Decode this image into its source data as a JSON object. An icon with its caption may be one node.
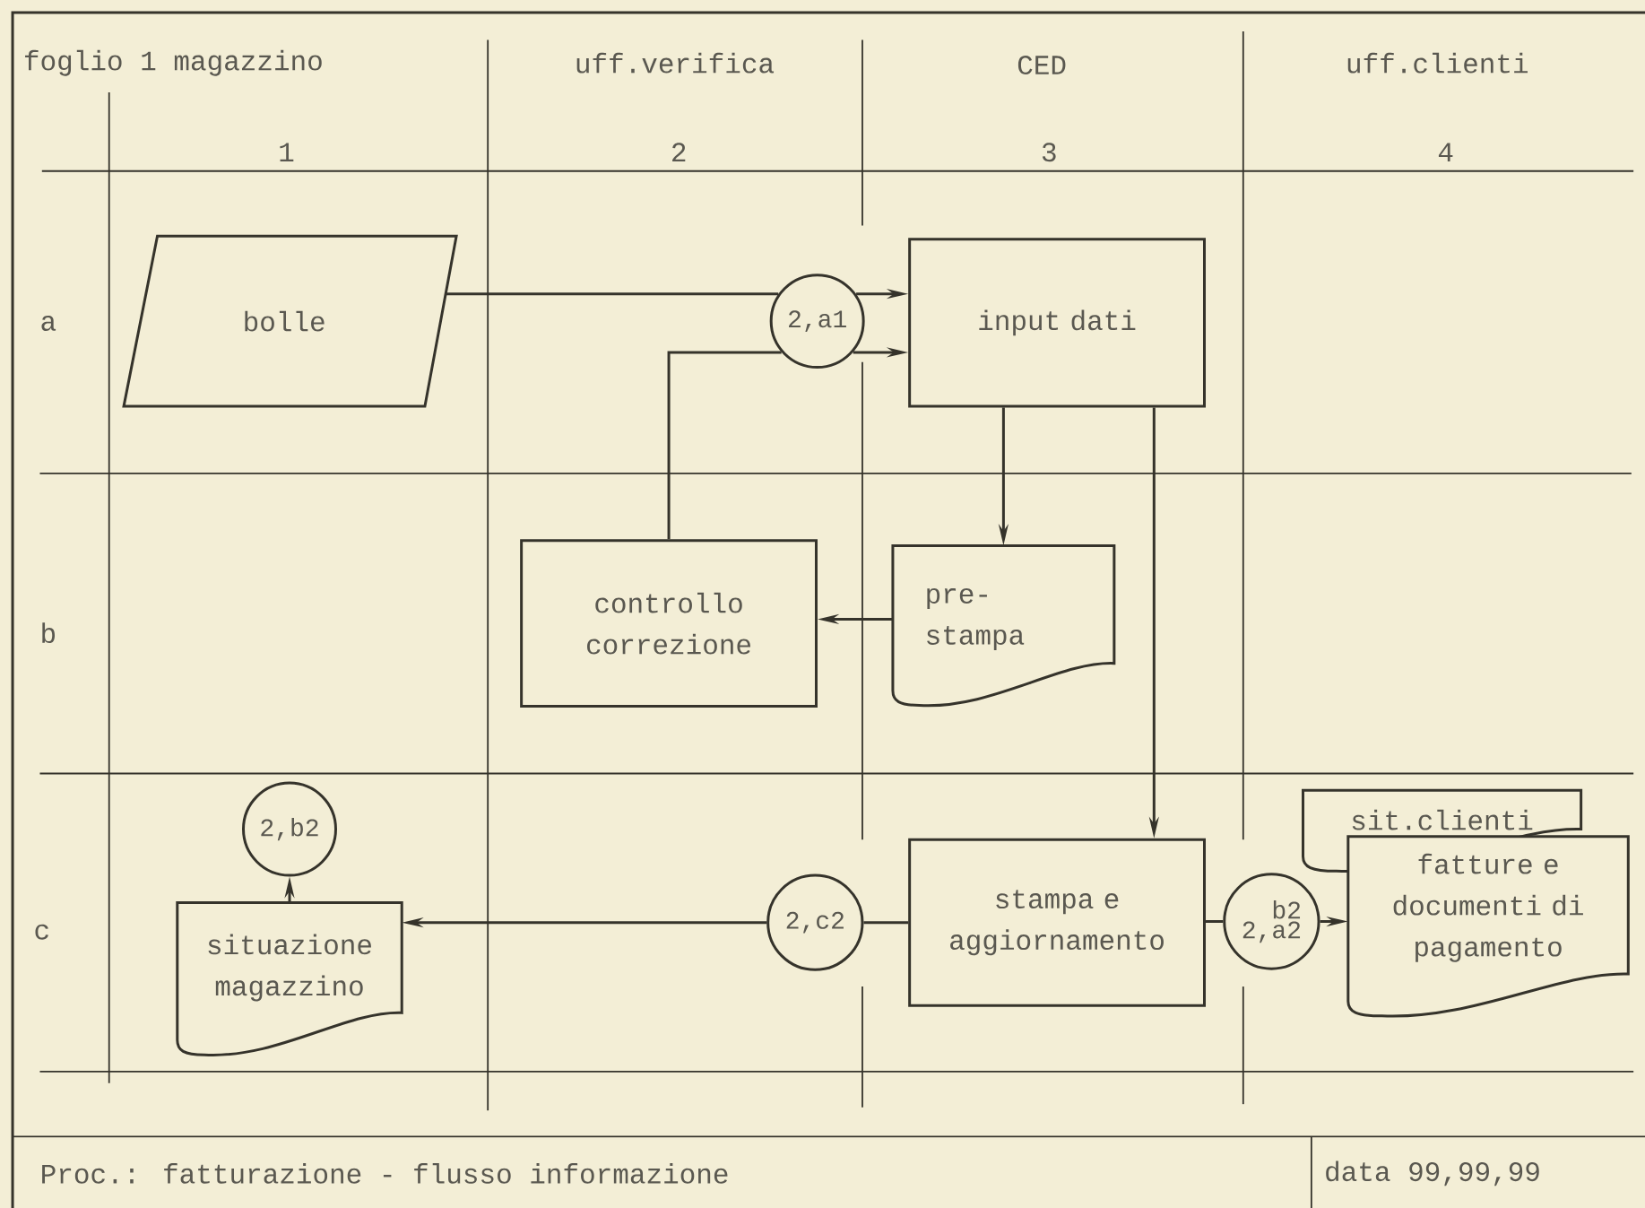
{
  "diagram": {
    "nodes": [
      {
        "text": [
          "bolle"
        ]
      },
      {
        "text": [
          "2,a1"
        ]
      },
      {
        "text": [
          "input dati"
        ]
      },
      {
        "text": [
          "controllo correzione"
        ]
      },
      {
        "text": [
          "pre- stampa"
        ]
      },
      {
        "text": [
          "2,b2"
        ]
      },
      {
        "text": [
          "situazione magazzino"
        ]
      },
      {
        "text": [
          "2,c2"
        ]
      },
      {
        "text": [
          "stampa e aggiornamento"
        ]
      },
      {
        "text": [
          "2,",
          "b2",
          "a2"
        ]
      },
      {
        "text": [
          "sit.clienti"
        ]
      },
      {
        "text": [
          "fatture e documenti di pagamento"
        ]
      }
    ],
    "edges": [
      {
        "from": 0,
        "to": 1,
        "arrow": "none"
      },
      {
        "from": 1,
        "to": 2,
        "arrow": "to"
      },
      {
        "from": 3,
        "to": 1,
        "arrow": "none"
      },
      {
        "from": 1,
        "to": 2,
        "arrow": "to"
      },
      {
        "from": 2,
        "to": 4,
        "arrow": "to"
      },
      {
        "from": 4,
        "to": 3,
        "arrow": "to"
      },
      {
        "from": 2,
        "to": 8,
        "arrow": "to"
      },
      {
        "from": 8,
        "to": 7,
        "arrow": "none"
      },
      {
        "from": 7,
        "to": 6,
        "arrow": "to"
      },
      {
        "from": 6,
        "to": 5,
        "arrow": "to"
      },
      {
        "from": 8,
        "to": 9,
        "arrow": "none"
      },
      {
        "from": 9,
        "to": 11,
        "arrow": "to"
      }
    ],
    "labels": [
      "foglio 1 magazzino",
      "uff.verifica",
      "CED",
      "uff.clienti",
      "1",
      "2",
      "3",
      "4",
      "a",
      "b",
      "c",
      "Proc.: fatturazione - flusso informazione",
      "data 99,99,99"
    ]
  }
}
